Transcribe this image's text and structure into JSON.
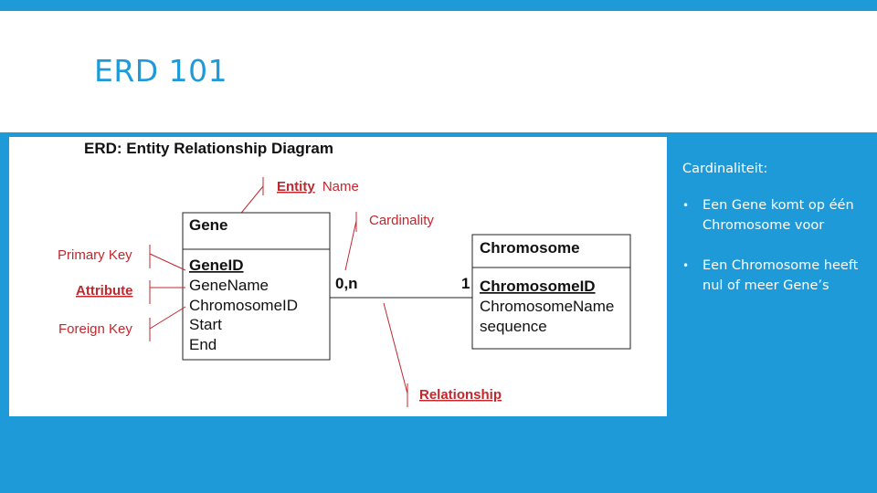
{
  "slide": {
    "title": "ERD 101"
  },
  "diagram": {
    "heading": "ERD: Entity Relationship Diagram",
    "annotations": {
      "entity_word": "Entity",
      "name_word": "Name",
      "cardinality": "Cardinality",
      "primary_key": "Primary Key",
      "attribute": "Attribute",
      "foreign_key": "Foreign Key",
      "relationship": "Relationship"
    },
    "gene": {
      "name": "Gene",
      "attributes": [
        "GeneID",
        "GeneName",
        "ChromosomeID",
        "Start",
        "End"
      ]
    },
    "chromosome": {
      "name": "Chromosome",
      "attributes": [
        "ChromosomeID",
        "ChromosomeName",
        "sequence"
      ]
    },
    "cardinality_left": "0,n",
    "cardinality_right": "1",
    "colors": {
      "annotation": "#c0282e",
      "entity_border": "#222222",
      "slide_blue": "#1f9ad9"
    }
  },
  "side_panel": {
    "heading": "Cardinaliteit:",
    "bullets": [
      "Een Gene komt op één Chromosome voor",
      "Een Chromosome heeft nul of meer Gene’s"
    ]
  }
}
